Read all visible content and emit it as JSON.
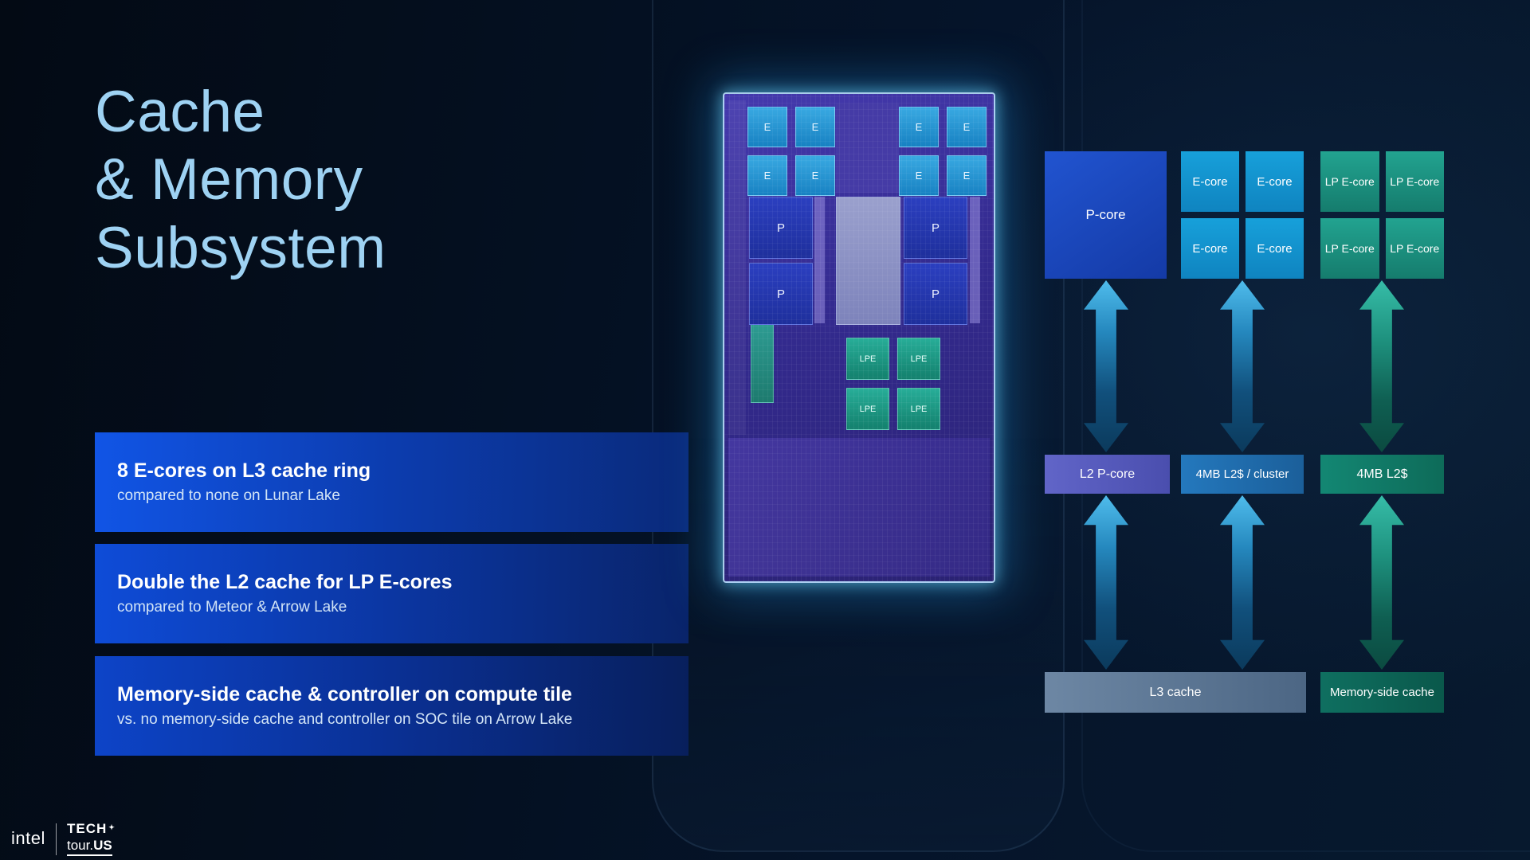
{
  "slide": {
    "title_lines": [
      "Cache",
      "& Memory",
      "Subsystem"
    ],
    "bullets": [
      {
        "heading": "8 E-cores on L3 cache ring",
        "sub": "compared to none on Lunar Lake"
      },
      {
        "heading": "Double the L2 cache for LP E-cores",
        "sub": "compared to Meteor & Arrow Lake"
      },
      {
        "heading": "Memory-side cache & controller on compute tile",
        "sub": "vs. no memory-side cache and controller on SOC tile on Arrow Lake"
      }
    ]
  },
  "die": {
    "e_label": "E",
    "p_label": "P",
    "lpe_label": "LPE"
  },
  "diagram": {
    "p_core": "P-core",
    "e_core": "E-core",
    "lp_e_core": "LP E-core",
    "l2_p_core": "L2 P-core",
    "l2_cluster": "4MB L2$ / cluster",
    "l2_lp": "4MB L2$",
    "l3": "L3 cache",
    "msc": "Memory-side cache"
  },
  "footer": {
    "intel": "intel",
    "brand_line1": "TECH",
    "sparkle": "✦",
    "brand_line2_regular": "tour.",
    "brand_line2_bold": "US"
  },
  "colors": {
    "background": "#05142a",
    "title": "#9ed2f3",
    "bar_blue_start": "#1155e6",
    "bar_blue_end": "#0a2a7a",
    "p_core": "#1b49c4",
    "e_core": "#1495d2",
    "lp_e_core": "#1d9e8b",
    "l2_p_core": "#5a5ec6",
    "l2_cluster": "#2273b4",
    "l2_lp": "#12826f",
    "l3_cache": "#5c7795",
    "memory_side_cache": "#0d6c5e",
    "die_glow": "#40c4ff"
  }
}
